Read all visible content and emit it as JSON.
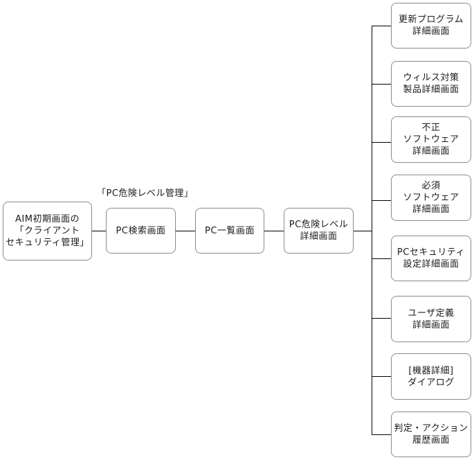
{
  "caption": "「PC危険レベル管理」",
  "flow": {
    "aim": [
      "AIM初期画面の",
      "「クライアント",
      "セキュリティ管理」"
    ],
    "pc_search": [
      "PC検索画面"
    ],
    "pc_list": [
      "PC一覧画面"
    ],
    "pc_risk_detail": [
      "PC危険レベル",
      "詳細画面"
    ]
  },
  "branches": [
    [
      "更新プログラム",
      "詳細画面"
    ],
    [
      "ウィルス対策",
      "製品詳細画面"
    ],
    [
      "不正",
      "ソフトウェア",
      "詳細画面"
    ],
    [
      "必須",
      "ソフトウェア",
      "詳細画面"
    ],
    [
      "PCセキュリティ",
      "設定詳細画面"
    ],
    [
      "ユーザ定義",
      "詳細画面"
    ],
    [
      "[機器詳細]",
      "ダイアログ"
    ],
    [
      "判定・アクション",
      "履歴画面"
    ]
  ]
}
